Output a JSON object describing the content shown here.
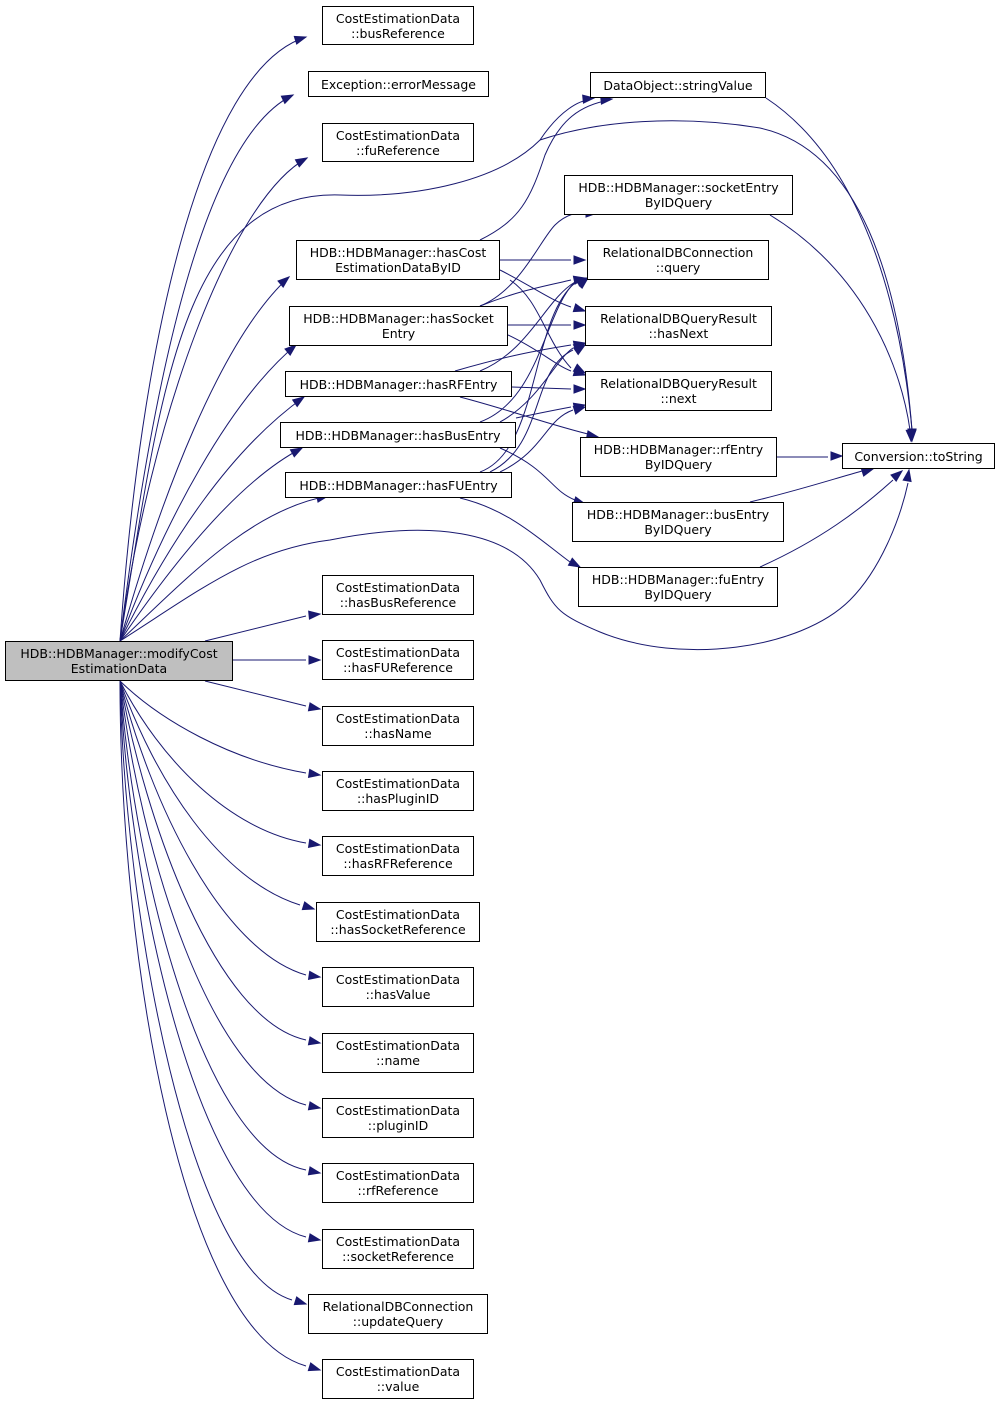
{
  "diagram": {
    "nodes": {
      "root": [
        "HDB::HDBManager::modifyCost",
        "EstimationData"
      ],
      "busReference": [
        "CostEstimationData",
        "::busReference"
      ],
      "errorMessage": [
        "Exception::errorMessage"
      ],
      "fuReference": [
        "CostEstimationData",
        "::fuReference"
      ],
      "stringValue": [
        "DataObject::stringValue"
      ],
      "hasCostEst": [
        "HDB::HDBManager::hasCost",
        "EstimationDataByID"
      ],
      "hasSocketEntry": [
        "HDB::HDBManager::hasSocket",
        "Entry"
      ],
      "hasRFEntry": [
        "HDB::HDBManager::hasRFEntry"
      ],
      "hasBusEntry": [
        "HDB::HDBManager::hasBusEntry"
      ],
      "hasFUEntry": [
        "HDB::HDBManager::hasFUEntry"
      ],
      "socketEntryQ": [
        "HDB::HDBManager::socketEntry",
        "ByIDQuery"
      ],
      "query": [
        "RelationalDBConnection",
        "::query"
      ],
      "hasNext": [
        "RelationalDBQueryResult",
        "::hasNext"
      ],
      "next": [
        "RelationalDBQueryResult",
        "::next"
      ],
      "rfEntryQ": [
        "HDB::HDBManager::rfEntry",
        "ByIDQuery"
      ],
      "busEntryQ": [
        "HDB::HDBManager::busEntry",
        "ByIDQuery"
      ],
      "fuEntryQ": [
        "HDB::HDBManager::fuEntry",
        "ByIDQuery"
      ],
      "toString": [
        "Conversion::toString"
      ],
      "hasBusRef": [
        "CostEstimationData",
        "::hasBusReference"
      ],
      "hasFURef": [
        "CostEstimationData",
        "::hasFUReference"
      ],
      "hasName": [
        "CostEstimationData",
        "::hasName"
      ],
      "hasPluginID": [
        "CostEstimationData",
        "::hasPluginID"
      ],
      "hasRFRef": [
        "CostEstimationData",
        "::hasRFReference"
      ],
      "hasSocketRef": [
        "CostEstimationData",
        "::hasSocketReference"
      ],
      "hasValue": [
        "CostEstimationData",
        "::hasValue"
      ],
      "name": [
        "CostEstimationData",
        "::name"
      ],
      "pluginID": [
        "CostEstimationData",
        "::pluginID"
      ],
      "rfReference": [
        "CostEstimationData",
        "::rfReference"
      ],
      "socketReference": [
        "CostEstimationData",
        "::socketReference"
      ],
      "updateQuery": [
        "RelationalDBConnection",
        "::updateQuery"
      ],
      "value": [
        "CostEstimationData",
        "::value"
      ]
    },
    "colors": {
      "edge": "#191970",
      "root_fill": "#bfbfbf",
      "node_border": "#000000"
    }
  }
}
